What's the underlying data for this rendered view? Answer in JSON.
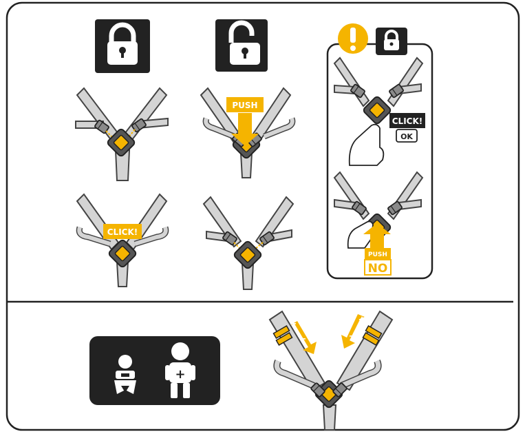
{
  "labels": {
    "push": "PUSH",
    "click": "CLICK!",
    "click_inset": "CLICK!",
    "ok": "OK",
    "push_no": "PUSH",
    "no": "NO",
    "plus": "+",
    "minus": "−"
  },
  "icons": {
    "locked": "padlock-locked-icon",
    "unlocked": "padlock-unlocked-icon",
    "warning": "exclamation-warning-icon",
    "baby": "baby-icon",
    "child": "child-icon"
  },
  "colors": {
    "accent": "#F5B400",
    "dark": "#222222",
    "strap": "#D4D4D4",
    "strap_edge": "#444444"
  }
}
